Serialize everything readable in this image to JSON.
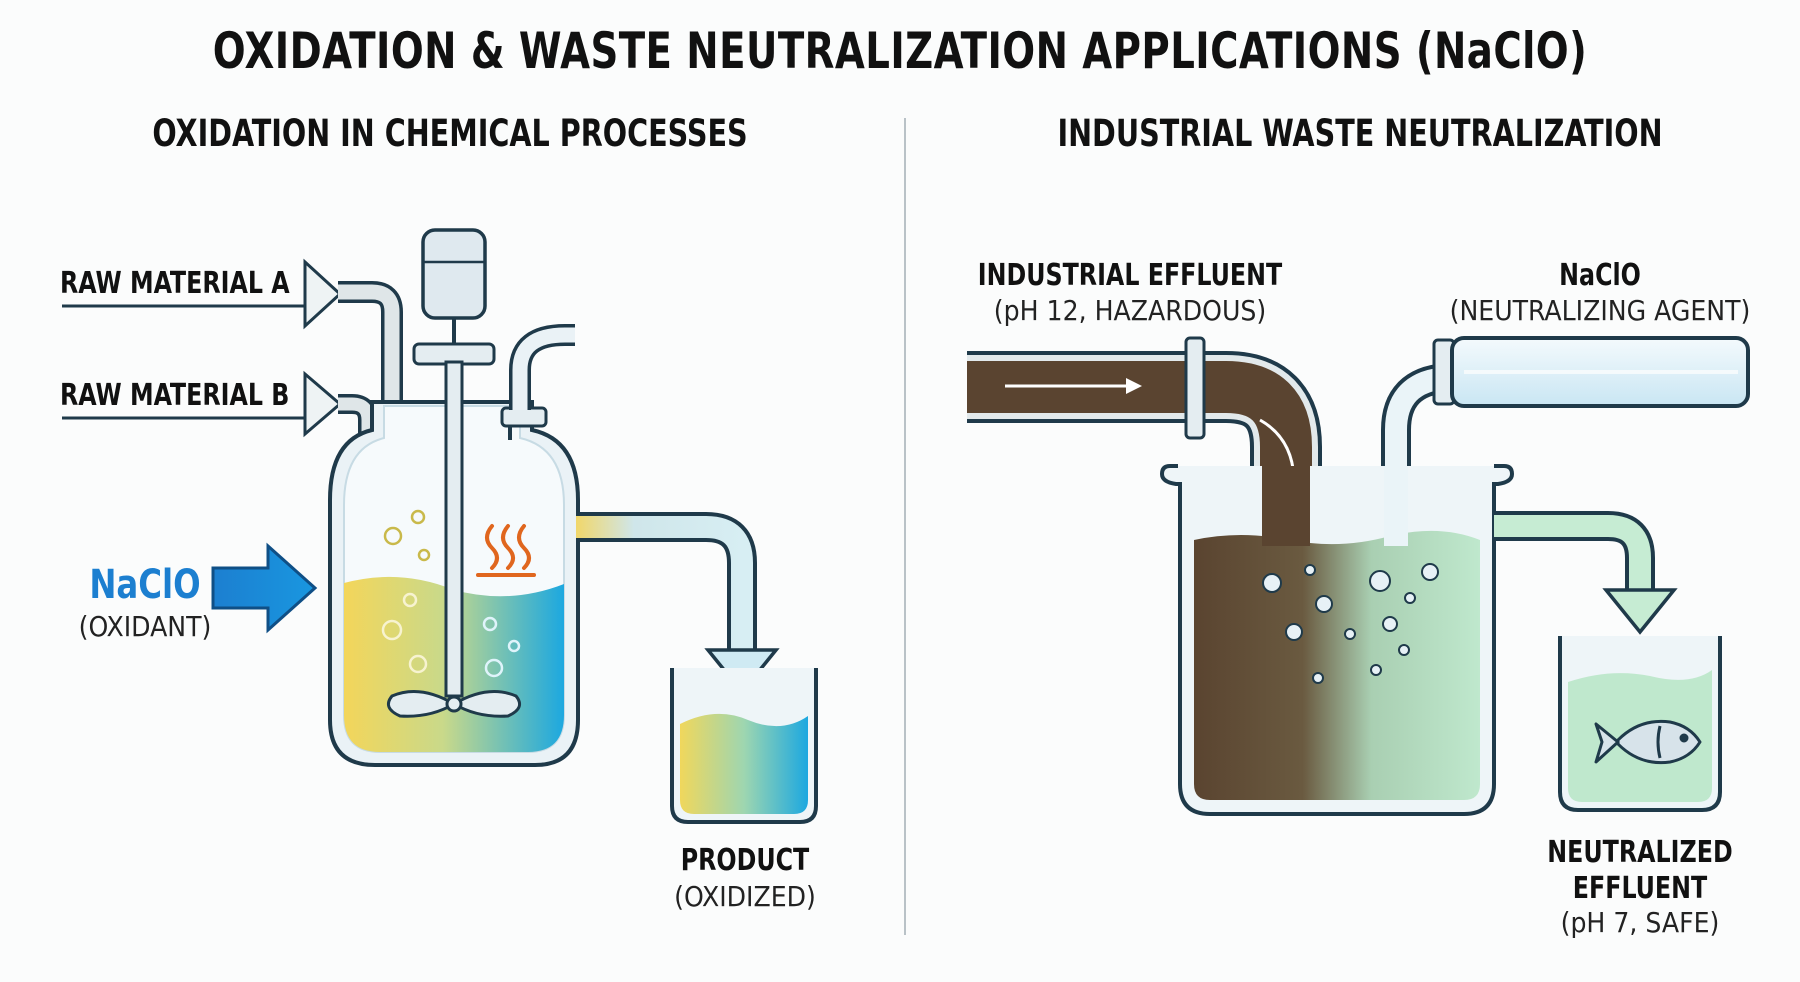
{
  "title": "OXIDATION & WASTE NEUTRALIZATION APPLICATIONS (NaClO)",
  "left": {
    "heading": "OXIDATION IN CHEMICAL PROCESSES",
    "raw_a": "RAW MATERIAL A",
    "raw_b": "RAW MATERIAL B",
    "oxidant_name": "NaClO",
    "oxidant_note": "(OXIDANT)",
    "product_name": "PRODUCT",
    "product_note": "(OXIDIZED)"
  },
  "right": {
    "heading": "INDUSTRIAL WASTE NEUTRALIZATION",
    "effluent_name": "INDUSTRIAL EFFLUENT",
    "effluent_note": "(pH 12, HAZARDOUS)",
    "agent_name": "NaClO",
    "agent_note": "(NEUTRALIZING AGENT)",
    "neutral_line1": "NEUTRALIZED",
    "neutral_line2": "EFFLUENT",
    "neutral_note": "(pH 7, SAFE)"
  },
  "colors": {
    "outline": "#1f3a4a",
    "glass": "#e9f2f6",
    "pipe_gray": "#dfe6e8",
    "nacio_blue": "#1c7fd0",
    "liquid_yellow": "#f3d65a",
    "liquid_blue": "#1ca8e0",
    "waste_brown": "#5a4430",
    "clean_green": "#b9e6c9",
    "heat": "#e0661e"
  },
  "icons": [
    "stirrer-motor-icon",
    "heat-icon",
    "fish-icon",
    "flow-arrow-icon"
  ]
}
